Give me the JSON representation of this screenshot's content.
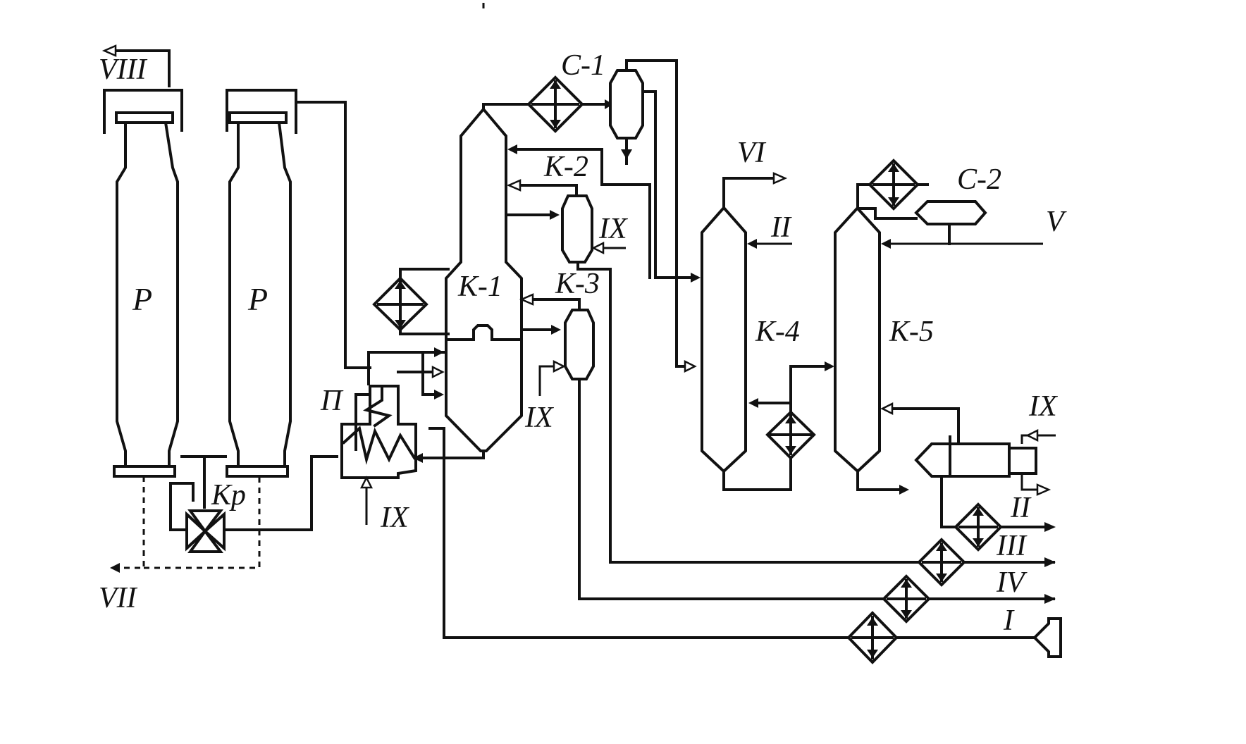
{
  "labels": {
    "reactor_left": "P",
    "reactor_right": "P",
    "k1": "К-1",
    "k2": "К-2",
    "k3": "К-3",
    "k4": "К-4",
    "k5": "К-5",
    "c1": "С-1",
    "c2": "С-2",
    "furnace": "П",
    "switch_valve": "Кр",
    "s_I": "I",
    "s_II_side": "II",
    "s_II_out": "II",
    "s_III": "III",
    "s_IV": "IV",
    "s_V": "V",
    "s_VI": "VI",
    "s_VII": "VII",
    "s_VIII": "VIII",
    "s_IX_k2": "IX",
    "s_IX_k3": "IX",
    "s_IX_furnace": "IX",
    "s_IX_reboiler": "IX"
  }
}
